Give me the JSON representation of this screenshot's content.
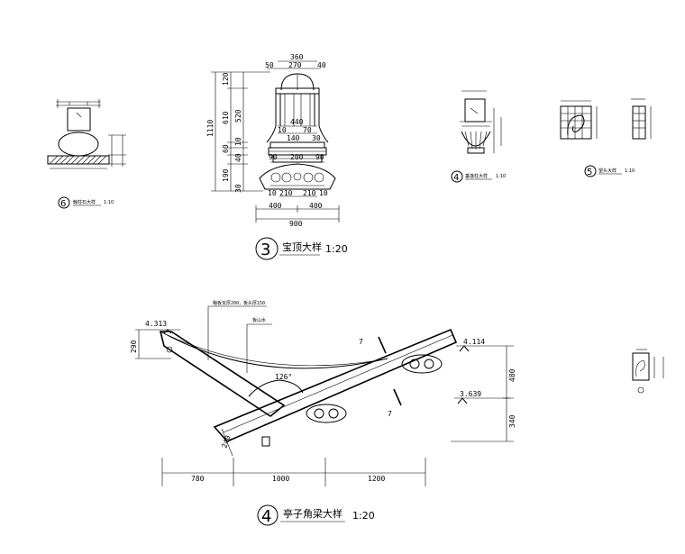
{
  "detail3": {
    "number": "3",
    "title": "宝顶大样",
    "scale": "1:20",
    "dims_top": [
      "360",
      "50",
      "270",
      "40"
    ],
    "dims_left": [
      "1110",
      "120",
      "610",
      "520",
      "10",
      "60",
      "40",
      "190",
      "30"
    ],
    "dims_inner": [
      "440",
      "140",
      "70",
      "10",
      "30",
      "90",
      "200",
      "90",
      "10",
      "210",
      "210",
      "10"
    ],
    "dims_bottom": [
      "400",
      "400",
      "900"
    ]
  },
  "detail4_main": {
    "number": "4",
    "title": "亭子角梁大样",
    "scale": "1:20",
    "elev_left": "4.313",
    "elev_right_top": "4.114",
    "elev_right_bottom": "3.639",
    "note1": "釉板瓦厚200，板头厚150",
    "note2": "板山水",
    "angle": "126°",
    "section_mark": "7",
    "dims_bottom": [
      "780",
      "1000",
      "1200"
    ],
    "dims_right": [
      "480",
      "340"
    ],
    "dim_left": "290",
    "dim_beam": "240"
  },
  "detail6": {
    "number": "6",
    "title": "触柱石大样",
    "scale": "1:10"
  },
  "detail4_small": {
    "number": "4",
    "title": "垂莲柱大样",
    "scale": "1:10"
  },
  "detail5": {
    "number": "5",
    "title": "望头大样",
    "scale": "1:10"
  }
}
